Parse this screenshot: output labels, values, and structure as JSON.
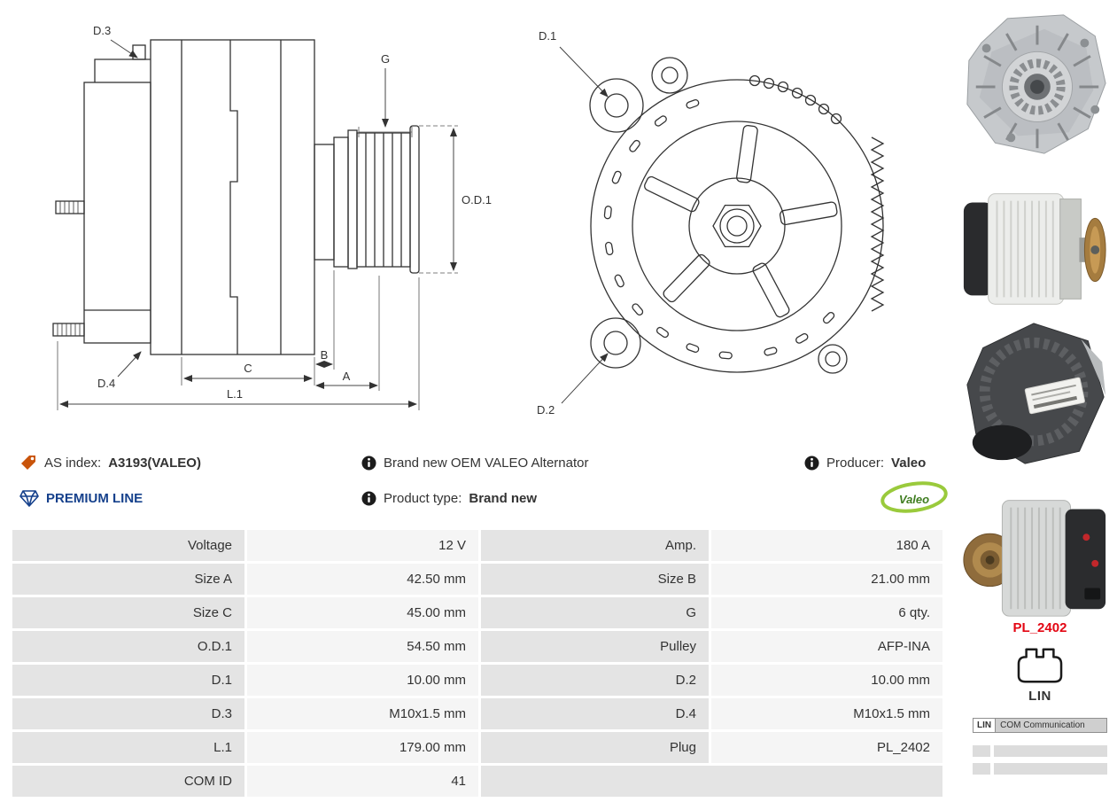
{
  "drawings": {
    "side": {
      "d3": "D.3",
      "g": "G",
      "d4": "D.4",
      "od1": "O.D.1",
      "c": "C",
      "b": "B",
      "a": "A",
      "l1": "L.1"
    },
    "front": {
      "d1": "D.1",
      "d2": "D.2"
    }
  },
  "info": {
    "as_index_label": "AS index:",
    "as_index_value": "A3193(VALEO)",
    "premium_line": "PREMIUM LINE",
    "description": "Brand new OEM VALEO Alternator",
    "product_type_label": "Product type:",
    "product_type_value": "Brand new",
    "producer_label": "Producer:",
    "producer_value": "Valeo",
    "brand_logo_text": "Valeo"
  },
  "specs": {
    "rows": [
      {
        "label1": "Voltage",
        "value1": "12 V",
        "label2": "Amp.",
        "value2": "180 A"
      },
      {
        "label1": "Size A",
        "value1": "42.50 mm",
        "label2": "Size B",
        "value2": "21.00 mm"
      },
      {
        "label1": "Size C",
        "value1": "45.00 mm",
        "label2": "G",
        "value2": "6 qty."
      },
      {
        "label1": "O.D.1",
        "value1": "54.50 mm",
        "label2": "Pulley",
        "value2": "AFP-INA"
      },
      {
        "label1": "D.1",
        "value1": "10.00 mm",
        "label2": "D.2",
        "value2": "10.00 mm"
      },
      {
        "label1": "D.3",
        "value1": "M10x1.5 mm",
        "label2": "D.4",
        "value2": "M10x1.5 mm"
      },
      {
        "label1": "L.1",
        "value1": "179.00 mm",
        "label2": "Plug",
        "value2": "PL_2402"
      },
      {
        "label1": "COM ID",
        "value1": "41"
      }
    ]
  },
  "connector": {
    "plug_code": "PL_2402",
    "plug_type": "LIN",
    "badge_tag": "LIN",
    "badge_text": "COM Communication"
  },
  "colors": {
    "accent_blue": "#16418c",
    "plug_red": "#e30613",
    "tag_orange": "#c9540a",
    "valeo_green_dark": "#3f7d20",
    "valeo_green_light": "#9aca3c",
    "table_label_bg": "#e4e4e4",
    "table_value_bg": "#f5f5f5"
  }
}
